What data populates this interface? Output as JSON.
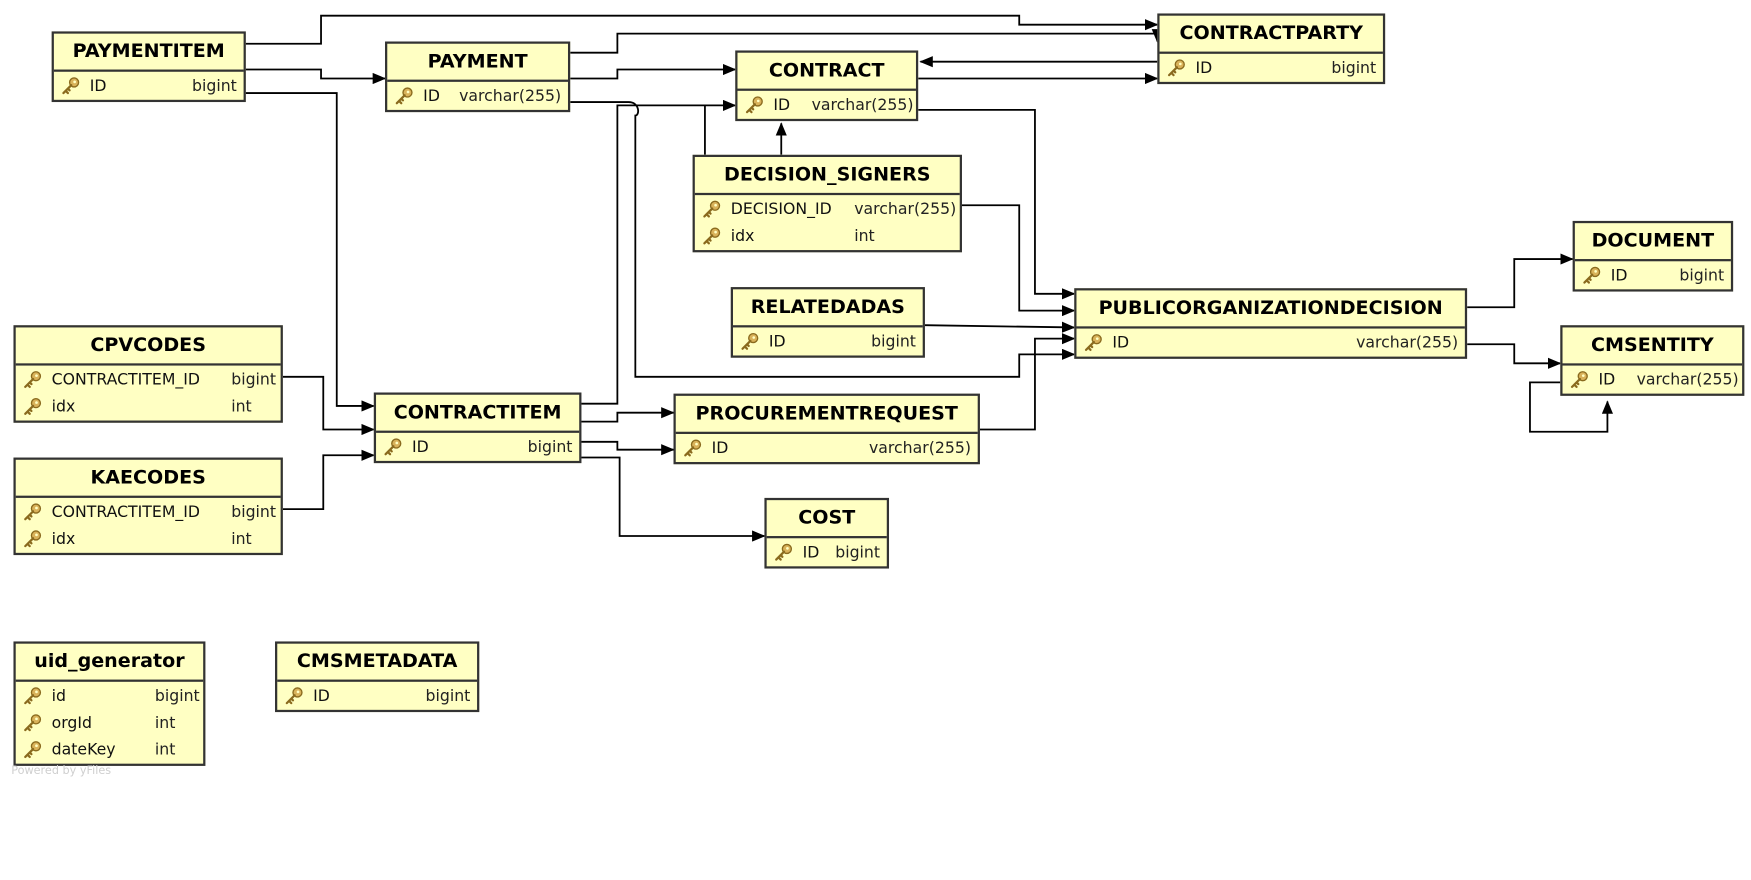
{
  "tables": [
    {
      "id": "PAYMENTITEM",
      "title": "PAYMENTITEM",
      "columns": [
        {
          "name": "ID",
          "type": "bigint"
        }
      ]
    },
    {
      "id": "PAYMENT",
      "title": "PAYMENT",
      "columns": [
        {
          "name": "ID",
          "type": "varchar(255)"
        }
      ]
    },
    {
      "id": "CONTRACT",
      "title": "CONTRACT",
      "columns": [
        {
          "name": "ID",
          "type": "varchar(255)"
        }
      ]
    },
    {
      "id": "CONTRACTPARTY",
      "title": "CONTRACTPARTY",
      "columns": [
        {
          "name": "ID",
          "type": "bigint"
        }
      ]
    },
    {
      "id": "DECISION_SIGNERS",
      "title": "DECISION_SIGNERS",
      "columns": [
        {
          "name": "DECISION_ID",
          "type": "varchar(255)"
        },
        {
          "name": "idx",
          "type": "int"
        }
      ]
    },
    {
      "id": "DOCUMENT",
      "title": "DOCUMENT",
      "columns": [
        {
          "name": "ID",
          "type": "bigint"
        }
      ]
    },
    {
      "id": "RELATEDADAS",
      "title": "RELATEDADAS",
      "columns": [
        {
          "name": "ID",
          "type": "bigint"
        }
      ]
    },
    {
      "id": "PUBLICORGANIZATIONDECISION",
      "title": "PUBLICORGANIZATIONDECISION",
      "columns": [
        {
          "name": "ID",
          "type": "varchar(255)"
        }
      ]
    },
    {
      "id": "CMSENTITY",
      "title": "CMSENTITY",
      "columns": [
        {
          "name": "ID",
          "type": "varchar(255)"
        }
      ]
    },
    {
      "id": "CPVCODES",
      "title": "CPVCODES",
      "columns": [
        {
          "name": "CONTRACTITEM_ID",
          "type": "bigint"
        },
        {
          "name": "idx",
          "type": "int"
        }
      ]
    },
    {
      "id": "CONTRACTITEM",
      "title": "CONTRACTITEM",
      "columns": [
        {
          "name": "ID",
          "type": "bigint"
        }
      ]
    },
    {
      "id": "PROCUREMENTREQUEST",
      "title": "PROCUREMENTREQUEST",
      "columns": [
        {
          "name": "ID",
          "type": "varchar(255)"
        }
      ]
    },
    {
      "id": "KAECODES",
      "title": "KAECODES",
      "columns": [
        {
          "name": "CONTRACTITEM_ID",
          "type": "bigint"
        },
        {
          "name": "idx",
          "type": "int"
        }
      ]
    },
    {
      "id": "COST",
      "title": "COST",
      "columns": [
        {
          "name": "ID",
          "type": "bigint"
        }
      ]
    },
    {
      "id": "uid_generator",
      "title": "uid_generator",
      "columns": [
        {
          "name": "id",
          "type": "bigint"
        },
        {
          "name": "orgId",
          "type": "int"
        },
        {
          "name": "dateKey",
          "type": "int"
        }
      ]
    },
    {
      "id": "CMSMETADATA",
      "title": "CMSMETADATA",
      "columns": [
        {
          "name": "ID",
          "type": "bigint"
        }
      ]
    }
  ],
  "colors": {
    "table_fill": "#ffffc3",
    "border": "#333333",
    "line": "#000000",
    "key_icon": "#c9a24a"
  },
  "watermark": "Powered by yFiles"
}
